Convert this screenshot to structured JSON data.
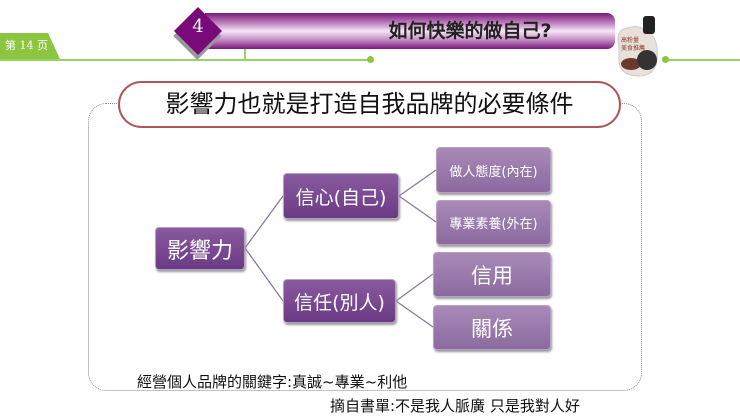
{
  "header": {
    "page_label": "第 14 页",
    "section_number": "4",
    "title": "如何快樂的做自己?",
    "accent_color": "#7a0a7a",
    "line_color": "#8cc63f"
  },
  "headline": "影響力也就是打造自我品牌的必要條件",
  "diagram": {
    "root": "影響力",
    "branches": [
      {
        "label": "信心(自己)",
        "children": [
          "做人態度(內在)",
          "專業素養(外在)"
        ]
      },
      {
        "label": "信任(別人)",
        "children": [
          "信用",
          "關係"
        ]
      }
    ]
  },
  "footer": {
    "keywords": "經營個人品牌的關鍵字:真誠~專業~利他",
    "quote": "摘自書單:不是我人脈廣 只是我對人好"
  }
}
